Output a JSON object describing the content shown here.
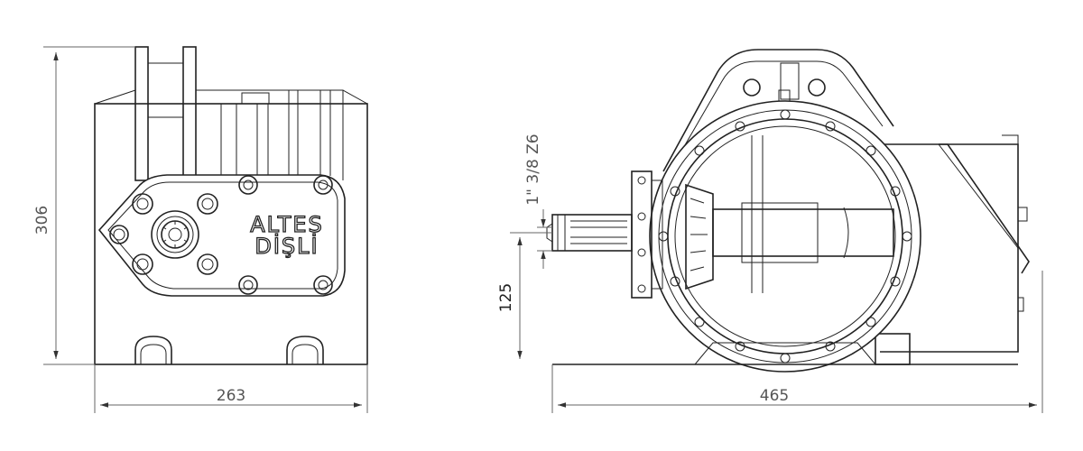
{
  "drawing": {
    "front_view": {
      "logo_line1": "ALTES",
      "logo_line2": "DİŞLİ",
      "height_label": "306",
      "width_label": "263"
    },
    "side_view": {
      "shaft_label": "1\" 3/8 Z6",
      "shaft_height_label": "125",
      "width_label": "465"
    }
  }
}
